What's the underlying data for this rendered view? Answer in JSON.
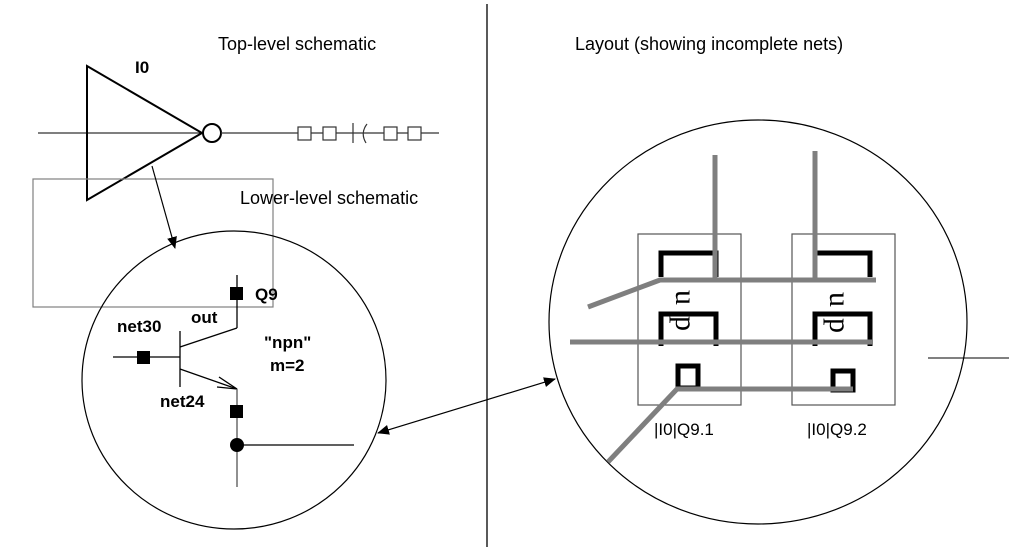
{
  "titles": {
    "top_level": "Top-level schematic",
    "lower_level": "Lower-level schematic",
    "layout": "Layout (showing incomplete nets)"
  },
  "schematic": {
    "instance": "I0",
    "device": "Q9",
    "net_out": "out",
    "net_base": "net30",
    "net_emitter": "net24",
    "model": "\"npn\"",
    "multiplier": "m=2"
  },
  "layout": {
    "cells": [
      {
        "label": "|I0|Q9.1"
      },
      {
        "label": "|I0|Q9.2"
      }
    ]
  },
  "colors": {
    "line": "#000000",
    "net_wire": "#7f7f7f",
    "box": "#808080"
  }
}
